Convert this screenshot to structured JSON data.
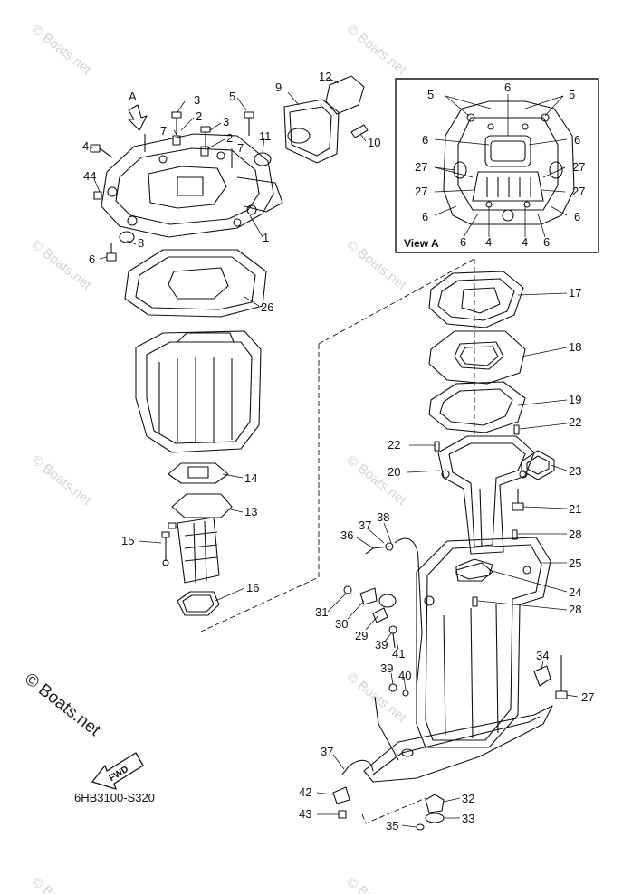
{
  "diagram": {
    "part_code": "6HB3100-S320",
    "view_label": "View A",
    "view_arrow_label": "A",
    "fwd_label": "FWD",
    "copyright": "© Boats.net",
    "watermark": "© Boats.net"
  },
  "callouts": [
    {
      "id": "c1",
      "text": "3"
    },
    {
      "id": "c2",
      "text": "5"
    },
    {
      "id": "c3",
      "text": "9"
    },
    {
      "id": "c4",
      "text": "12"
    },
    {
      "id": "c5",
      "text": "7"
    },
    {
      "id": "c6",
      "text": "2"
    },
    {
      "id": "c7",
      "text": "3"
    },
    {
      "id": "c8",
      "text": "2"
    },
    {
      "id": "c9",
      "text": "7"
    },
    {
      "id": "c10",
      "text": "11"
    },
    {
      "id": "c11",
      "text": "10"
    },
    {
      "id": "c12",
      "text": "4"
    },
    {
      "id": "c13",
      "text": "44"
    },
    {
      "id": "c14",
      "text": "1"
    },
    {
      "id": "c15",
      "text": "8"
    },
    {
      "id": "c16",
      "text": "6"
    },
    {
      "id": "c17",
      "text": "26"
    },
    {
      "id": "c18",
      "text": "14"
    },
    {
      "id": "c19",
      "text": "13"
    },
    {
      "id": "c20",
      "text": "15"
    },
    {
      "id": "c21",
      "text": "16"
    },
    {
      "id": "c22",
      "text": "17"
    },
    {
      "id": "c23",
      "text": "18"
    },
    {
      "id": "c24",
      "text": "19"
    },
    {
      "id": "c25",
      "text": "22"
    },
    {
      "id": "c26",
      "text": "22"
    },
    {
      "id": "c27",
      "text": "20"
    },
    {
      "id": "c28",
      "text": "23"
    },
    {
      "id": "c29",
      "text": "21"
    },
    {
      "id": "c30",
      "text": "28"
    },
    {
      "id": "c31",
      "text": "25"
    },
    {
      "id": "c32",
      "text": "24"
    },
    {
      "id": "c33",
      "text": "28"
    },
    {
      "id": "c34",
      "text": "36"
    },
    {
      "id": "c35",
      "text": "37"
    },
    {
      "id": "c36",
      "text": "38"
    },
    {
      "id": "c37",
      "text": "31"
    },
    {
      "id": "c38",
      "text": "30"
    },
    {
      "id": "c39",
      "text": "29"
    },
    {
      "id": "c40",
      "text": "39"
    },
    {
      "id": "c41",
      "text": "41"
    },
    {
      "id": "c42",
      "text": "39"
    },
    {
      "id": "c43",
      "text": "40"
    },
    {
      "id": "c44",
      "text": "34"
    },
    {
      "id": "c45",
      "text": "27"
    },
    {
      "id": "c46",
      "text": "37"
    },
    {
      "id": "c47",
      "text": "42"
    },
    {
      "id": "c48",
      "text": "43"
    },
    {
      "id": "c49",
      "text": "32"
    },
    {
      "id": "c50",
      "text": "33"
    },
    {
      "id": "c51",
      "text": "35"
    }
  ],
  "view_a_callouts": [
    {
      "id": "v1",
      "text": "5"
    },
    {
      "id": "v2",
      "text": "6"
    },
    {
      "id": "v3",
      "text": "5"
    },
    {
      "id": "v4",
      "text": "6"
    },
    {
      "id": "v5",
      "text": "6"
    },
    {
      "id": "v6",
      "text": "27"
    },
    {
      "id": "v7",
      "text": "27"
    },
    {
      "id": "v8",
      "text": "27"
    },
    {
      "id": "v9",
      "text": "27"
    },
    {
      "id": "v10",
      "text": "6"
    },
    {
      "id": "v11",
      "text": "6"
    },
    {
      "id": "v12",
      "text": "6"
    },
    {
      "id": "v13",
      "text": "4"
    },
    {
      "id": "v14",
      "text": "4"
    },
    {
      "id": "v15",
      "text": "6"
    }
  ]
}
